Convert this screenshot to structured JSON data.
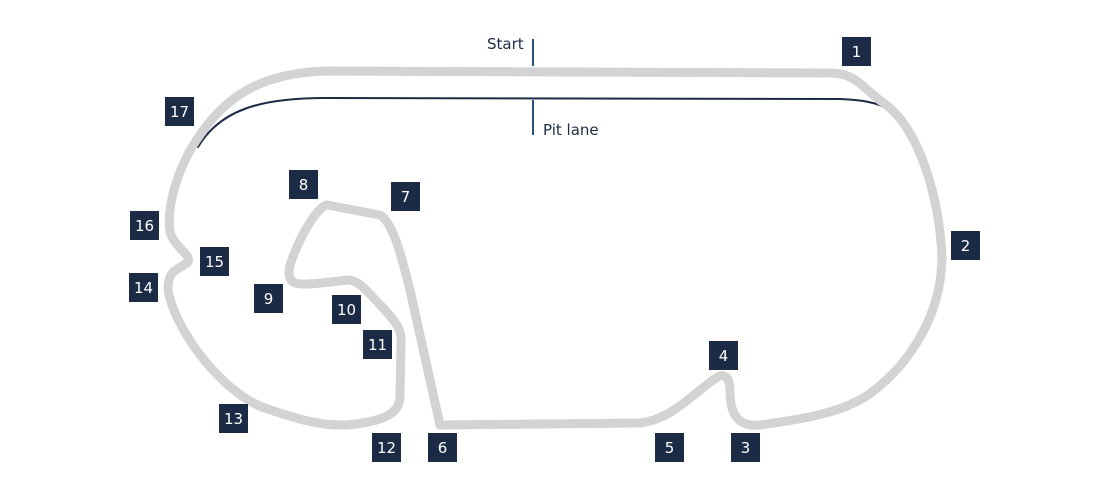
{
  "labels": {
    "start": "Start",
    "pit_lane": "Pit lane"
  },
  "turns": [
    "1",
    "2",
    "3",
    "4",
    "5",
    "6",
    "7",
    "8",
    "9",
    "10",
    "11",
    "12",
    "13",
    "14",
    "15",
    "16",
    "17"
  ],
  "colors": {
    "track": "#d3d3d3",
    "pit_lane": "#1c2b45",
    "marker": "#2a4f85",
    "turn_box": "#1c2b45",
    "turn_text": "#ffffff"
  }
}
